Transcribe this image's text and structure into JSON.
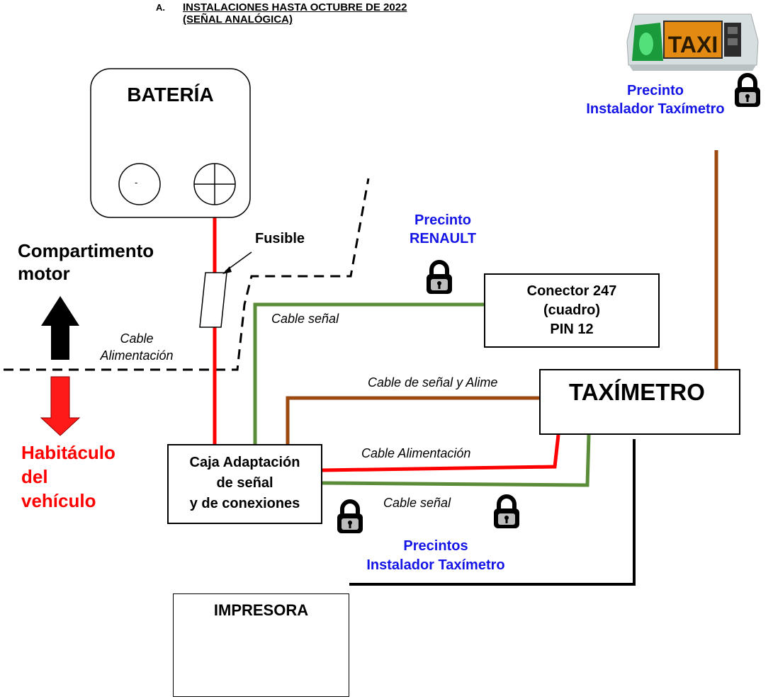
{
  "heading": {
    "number": "A.",
    "line1": "INSTALACIONES HASTA OCTUBRE DE 2022",
    "line2": "(SEÑAL ANALÓGICA)"
  },
  "battery": {
    "title": "BATERÍA",
    "minus_symbol": "-"
  },
  "taxi_light": {
    "sign_text": "TAXI"
  },
  "zones": {
    "engine_line1": "Compartimento",
    "engine_line2": "motor",
    "cabin_line1": "Habitáculo",
    "cabin_line2": "del",
    "cabin_line3": "vehículo"
  },
  "labels": {
    "fuse": "Fusible",
    "cable_alimentacion_1": "Cable",
    "cable_alimentacion_2": "Alimentación",
    "cable_senal_top": "Cable señal",
    "cable_senal_alim": "Cable de señal y Alime",
    "cable_alimentacion_bottom": "Cable Alimentación",
    "cable_senal_bottom": "Cable señal"
  },
  "seals": {
    "installer_top_1": "Precinto",
    "installer_top_2": "Instalador Taxímetro",
    "renault_1": "Precinto",
    "renault_2": "RENAULT",
    "installer_bottom_1": "Precintos",
    "installer_bottom_2": "Instalador Taxímetro"
  },
  "connector": {
    "line1": "Conector 247",
    "line2": "(cuadro)",
    "line3": "PIN 12"
  },
  "taximeter": {
    "label": "TAXÍMETRO"
  },
  "adapter_box": {
    "line1": "Caja Adaptación",
    "line2": "de señal",
    "line3": "y de conexiones"
  },
  "printer": {
    "label": "IMPRESORA"
  },
  "colors": {
    "power": "#ff0000",
    "signal": "#5b8c3a",
    "signal_power": "#9c4a10",
    "printer_cable": "#000000",
    "seal_text": "#1414e6",
    "cabin_text": "#ff0000"
  }
}
